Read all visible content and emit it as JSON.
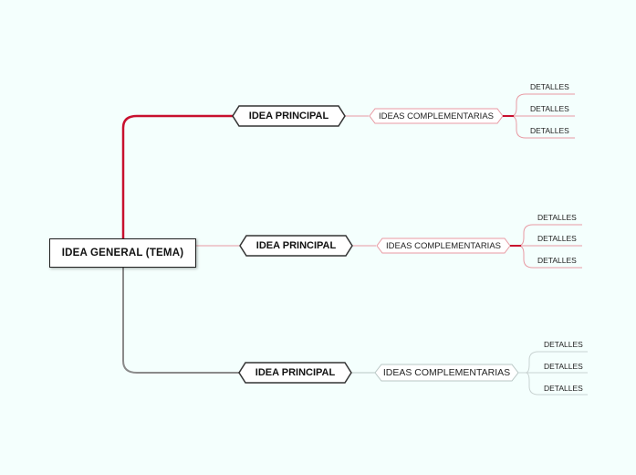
{
  "root": {
    "label": "IDEA GENERAL (TEMA)"
  },
  "branches": [
    {
      "label": "IDEA PRINCIPAL",
      "color": "#c8102e",
      "sub": {
        "label": "IDEAS COMPLEMENTARIAS",
        "details": [
          "DETALLES",
          "DETALLES",
          "DETALLES"
        ]
      }
    },
    {
      "label": "IDEA PRINCIPAL",
      "color": "#c8102e",
      "sub": {
        "label": "IDEAS COMPLEMENTARIAS",
        "details": [
          "DETALLES",
          "DETALLES",
          "DETALLES"
        ]
      }
    },
    {
      "label": "IDEA PRINCIPAL",
      "color": "#8a8a8a",
      "sub": {
        "label": "IDEAS COMPLEMENTARIAS",
        "details": [
          "DETALLES",
          "DETALLES",
          "DETALLES"
        ]
      }
    }
  ],
  "colors": {
    "background": "#f4fffd",
    "trunk_red": "#c8102e",
    "trunk_gray": "#8a8a8a"
  }
}
